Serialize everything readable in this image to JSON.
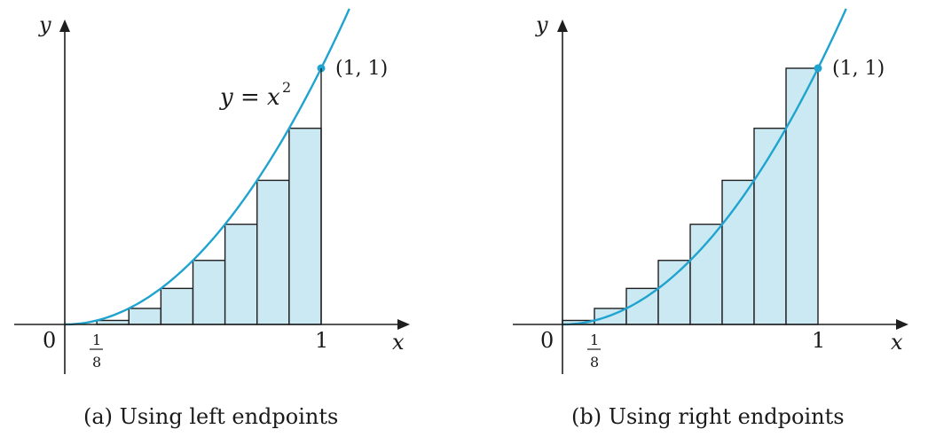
{
  "colors": {
    "curve": "#1fa3cf",
    "fill": "#cbe9f3",
    "ink": "#1f1f1f"
  },
  "panels": [
    {
      "id": "left",
      "caption": "(a) Using left endpoints",
      "method": "left",
      "curve_label": "y = x",
      "curve_label_exp": "2",
      "point_label": "(1, 1)",
      "origin_label": "0",
      "x_axis_label": "x",
      "y_axis_label": "y",
      "tick_one_label": "1",
      "tick_frac_num": "1",
      "tick_frac_den": "8"
    },
    {
      "id": "right",
      "caption": "(b) Using right endpoints",
      "method": "right",
      "curve_label": "",
      "curve_label_exp": "",
      "point_label": "(1, 1)",
      "origin_label": "0",
      "x_axis_label": "x",
      "y_axis_label": "y",
      "tick_one_label": "1",
      "tick_frac_num": "1",
      "tick_frac_den": "8"
    }
  ],
  "function": "x^2",
  "interval": [
    0,
    1
  ],
  "subintervals": 8
}
